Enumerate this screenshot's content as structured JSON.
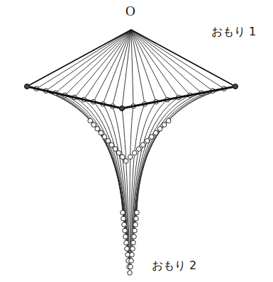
{
  "diagram": {
    "labels": [
      "O",
      "おもり 1",
      "おもり 2"
    ]
  }
}
